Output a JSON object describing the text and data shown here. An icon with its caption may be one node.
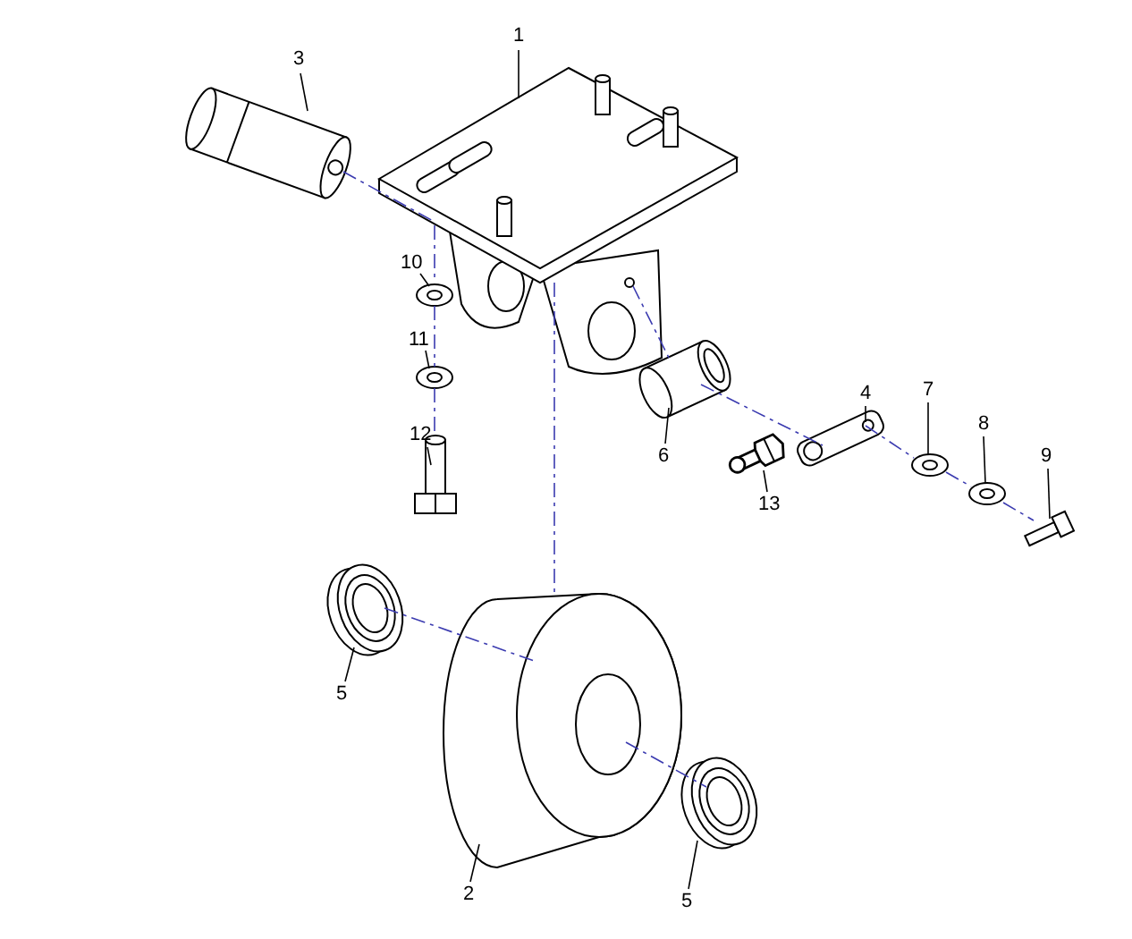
{
  "diagram": {
    "nodes": [
      {
        "text": [
          "1"
        ]
      },
      {
        "text": [
          "3"
        ]
      },
      {
        "text": [
          "10"
        ]
      },
      {
        "text": [
          "11"
        ]
      },
      {
        "text": [
          "12"
        ]
      },
      {
        "text": [
          "4"
        ]
      },
      {
        "text": [
          "7"
        ]
      },
      {
        "text": [
          "8"
        ]
      },
      {
        "text": [
          "9"
        ]
      },
      {
        "text": [
          "6"
        ]
      },
      {
        "text": [
          "13"
        ]
      },
      {
        "text": [
          "5"
        ]
      },
      {
        "text": [
          "2"
        ]
      },
      {
        "text": [
          "5"
        ]
      },
      {
        "text": [],
        "shape": "picture"
      },
      {
        "text": [],
        "shape": "picture"
      },
      {
        "text": [],
        "shape": "picture"
      },
      {
        "text": [],
        "shape": "picture"
      },
      {
        "text": [],
        "shape": "picture"
      },
      {
        "text": [],
        "shape": "picture"
      },
      {
        "text": [],
        "shape": "picture"
      },
      {
        "text": [],
        "shape": "picture"
      },
      {
        "text": [],
        "shape": "picture"
      },
      {
        "text": [],
        "shape": "picture"
      },
      {
        "text": [],
        "shape": "picture"
      },
      {
        "text": [],
        "shape": "picture"
      },
      {
        "text": [],
        "shape": "picture"
      },
      {
        "text": [],
        "shape": "picture"
      }
    ],
    "edges": [
      {
        "from": 0,
        "to": 14,
        "arrow": "none"
      },
      {
        "from": 1,
        "to": 15,
        "arrow": "none"
      },
      {
        "from": 2,
        "to": 16,
        "arrow": "none"
      },
      {
        "from": 3,
        "to": 17,
        "arrow": "none"
      },
      {
        "from": 4,
        "to": 18,
        "arrow": "none"
      },
      {
        "from": 5,
        "to": 19,
        "arrow": "none"
      },
      {
        "from": 6,
        "to": 20,
        "arrow": "none"
      },
      {
        "from": 7,
        "to": 21,
        "arrow": "none"
      },
      {
        "from": 8,
        "to": 22,
        "arrow": "none"
      },
      {
        "from": 9,
        "to": 23,
        "arrow": "none"
      },
      {
        "from": 10,
        "to": 24,
        "arrow": "none"
      },
      {
        "from": 11,
        "to": 25,
        "arrow": "none"
      },
      {
        "from": 12,
        "to": 26,
        "arrow": "none"
      },
      {
        "from": 13,
        "to": 27,
        "arrow": "none"
      },
      {
        "from": 15,
        "to": 14,
        "arrow": "none",
        "style": "dashed",
        "color": "#3b3bb0"
      },
      {
        "from": 14,
        "to": 16,
        "arrow": "none",
        "style": "dashed",
        "color": "#3b3bb0"
      },
      {
        "from": 16,
        "to": 17,
        "arrow": "none",
        "style": "dashed",
        "color": "#3b3bb0"
      },
      {
        "from": 17,
        "to": 18,
        "arrow": "none",
        "style": "dashed",
        "color": "#3b3bb0"
      },
      {
        "from": 14,
        "to": 26,
        "arrow": "none",
        "style": "dashed",
        "color": "#3b3bb0"
      },
      {
        "from": 14,
        "to": 23,
        "arrow": "none",
        "style": "dashed",
        "color": "#3b3bb0"
      },
      {
        "from": 23,
        "to": 19,
        "arrow": "none",
        "style": "dashed",
        "color": "#3b3bb0"
      },
      {
        "from": 19,
        "to": 20,
        "arrow": "none",
        "style": "dashed",
        "color": "#3b3bb0"
      },
      {
        "from": 20,
        "to": 21,
        "arrow": "none",
        "style": "dashed",
        "color": "#3b3bb0"
      },
      {
        "from": 21,
        "to": 22,
        "arrow": "none",
        "style": "dashed",
        "color": "#3b3bb0"
      },
      {
        "from": 25,
        "to": 26,
        "arrow": "none",
        "style": "dashed",
        "color": "#3b3bb0"
      },
      {
        "from": 26,
        "to": 27,
        "arrow": "none",
        "style": "dashed",
        "color": "#3b3bb0"
      }
    ]
  }
}
